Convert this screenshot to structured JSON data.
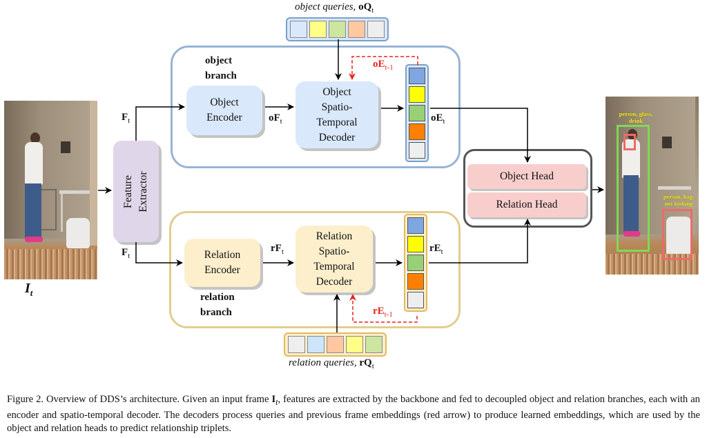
{
  "input": {
    "frame_label": "I",
    "frame_label_sub": "t",
    "image_desc": "woman drinking from glass standing in room"
  },
  "feature_extractor": {
    "label_line1": "Feature",
    "label_line2": "Extractor",
    "output_top": "F",
    "output_bottom": "F",
    "output_sub": "t"
  },
  "object_branch": {
    "title_line1": "object",
    "title_line2": "branch",
    "encoder_line1": "Object",
    "encoder_line2": "Encoder",
    "feature_label": "oF",
    "feature_sub": "t",
    "decoder_lines": [
      "Object",
      "Spatio-",
      "Temporal",
      "Decoder"
    ],
    "embedding_label": "oE",
    "embedding_sub": "t",
    "prev_embedding_label": "oE",
    "prev_embedding_sub": "t-1",
    "queries_label": "object queries, ",
    "queries_symbol": "oQ",
    "queries_sub": "t",
    "query_colors": [
      "#dae8fb",
      "#ffff88",
      "#cce5a0",
      "#ffc8a0",
      "#eeeeee"
    ],
    "embedding_colors": [
      "#7ea6e0",
      "#ffff00",
      "#97d077",
      "#ff8000",
      "#eeeeee"
    ]
  },
  "relation_branch": {
    "title_line1": "relation",
    "title_line2": "branch",
    "encoder_line1": "Relation",
    "encoder_line2": "Encoder",
    "feature_label": "rF",
    "feature_sub": "t",
    "decoder_lines": [
      "Relation",
      "Spatio-",
      "Temporal",
      "Decoder"
    ],
    "embedding_label": "rE",
    "embedding_sub": "t",
    "prev_embedding_label": "rE",
    "prev_embedding_sub": "t-1",
    "queries_label": "relation queries, ",
    "queries_symbol": "rQ",
    "queries_sub": "t",
    "query_colors": [
      "#eeeeee",
      "#cce5fb",
      "#ffc8a0",
      "#ffff88",
      "#cce5a0"
    ],
    "embedding_colors": [
      "#7ea6e0",
      "#ffff00",
      "#97d077",
      "#ff8000",
      "#eeeeee"
    ]
  },
  "heads": {
    "object_head": "Object Head",
    "relation_head": "Relation Head"
  },
  "output": {
    "annotation_1": "person, glass, drink",
    "annotation_1_line1": "person, glass,",
    "annotation_1_line2": "drink",
    "annotation_2_line1": "person, bag,",
    "annotation_2_line2": "not looking",
    "person_box_color": "#7ed957",
    "object_box_color": "#ee6a6a",
    "annotation_text_color": "#f2e829"
  },
  "colors": {
    "object_branch_border": "#98b3d6",
    "relation_branch_border": "#e3cc8c",
    "previous_frame_arrow": "#e8221b"
  },
  "caption": {
    "prefix": "Figure 2.  Overview of DDS’s architecture.  Given an input frame ",
    "frame_symbol": "I",
    "frame_sub": "t",
    "suffix": ", features are extracted by the backbone and fed to decoupled object and relation branches, each with an encoder and spatio-temporal decoder.  The decoders process queries and previous frame embeddings (red arrow) to produce learned embeddings, which are used by the object and relation heads to predict relationship triplets."
  }
}
